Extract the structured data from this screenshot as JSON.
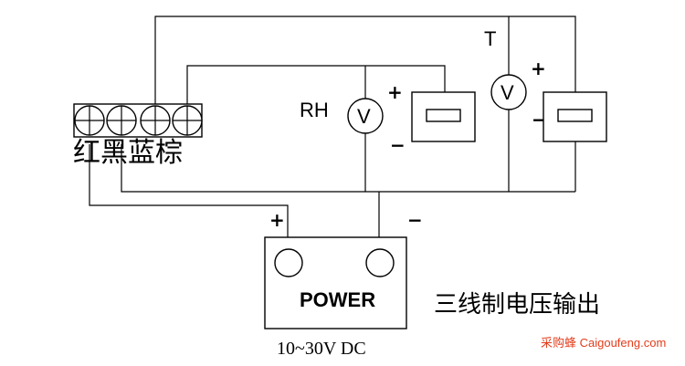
{
  "terminal_colors": "红黑蓝棕",
  "rh_label": "RH",
  "t_label": "T",
  "voltmeter_symbol": "V",
  "plus": "+",
  "minus": "−",
  "power_label": "POWER",
  "supply_range": "10~30V DC",
  "title": "三线制电压输出",
  "watermark": "采购蜂 Caigoufeng.com",
  "colors": {
    "line": "#000000",
    "watermark": "#e23d1c"
  }
}
